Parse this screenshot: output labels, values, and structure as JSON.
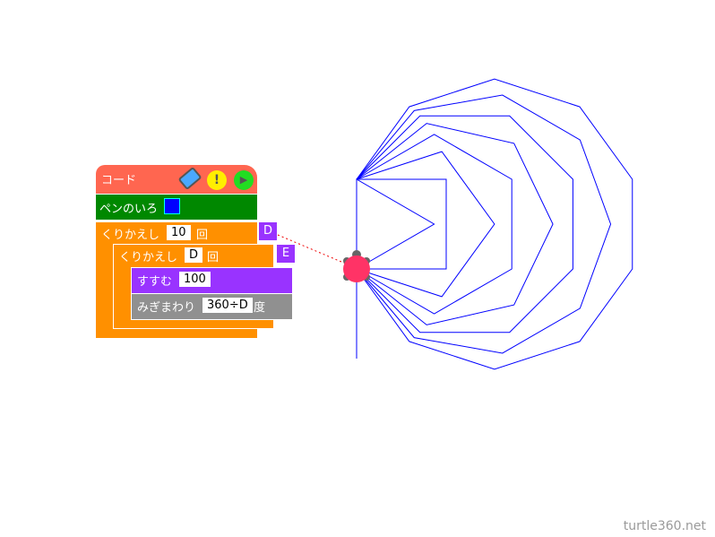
{
  "code_panel": {
    "title": "コード",
    "pen_color_label": "ペンのいろ",
    "pen_color": "#0000ff",
    "outer_repeat": {
      "label": "くりかえし",
      "count": "10",
      "unit": "回",
      "variable": "D"
    },
    "inner_repeat": {
      "label": "くりかえし",
      "count": "D",
      "unit": "回",
      "variable": "E"
    },
    "forward": {
      "label": "すすむ",
      "value": "100"
    },
    "turn_right": {
      "label": "みぎまわり",
      "value": "360÷D",
      "unit": "度"
    }
  },
  "drawing": {
    "line_color": "#0000ff",
    "polygon_sides": [
      1,
      2,
      3,
      4,
      5,
      6,
      7,
      8,
      9,
      10
    ],
    "side_length": 100
  },
  "turtle": {
    "color": "#ff3366"
  },
  "watermark": "turtle360.net"
}
